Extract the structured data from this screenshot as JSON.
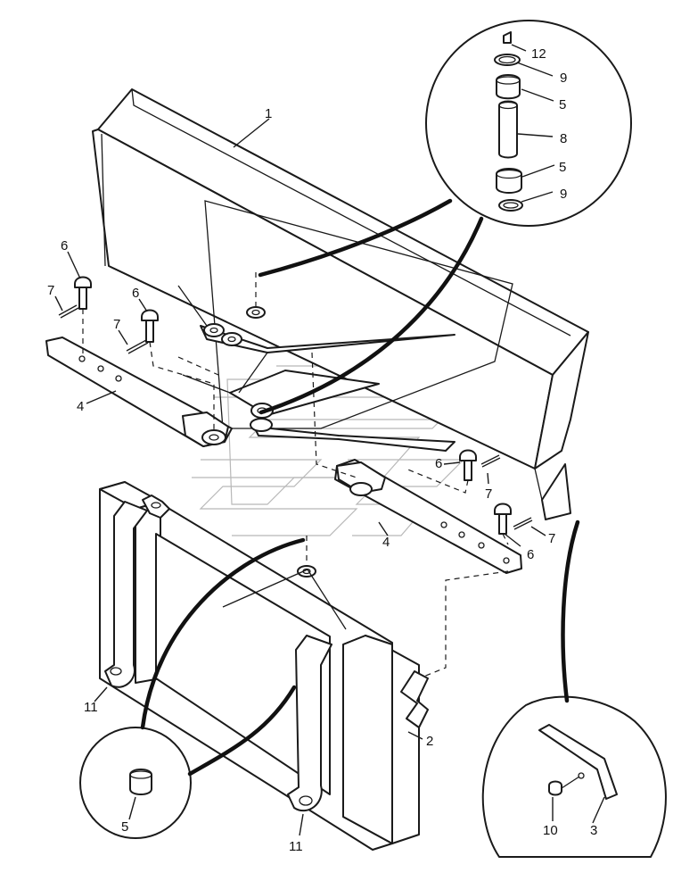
{
  "callouts": {
    "c1": "1",
    "c2": "2",
    "c3": "3",
    "c4a": "4",
    "c4b": "4",
    "c5_top1": "5",
    "c5_top2": "5",
    "c5_bottom": "5",
    "c6a": "6",
    "c6b": "6",
    "c6c": "6",
    "c6d": "6",
    "c7a": "7",
    "c7b": "7",
    "c7c": "7",
    "c7d": "7",
    "c8": "8",
    "c9a": "9",
    "c9b": "9",
    "c10": "10",
    "c11a": "11",
    "c11b": "11",
    "c12": "12"
  }
}
